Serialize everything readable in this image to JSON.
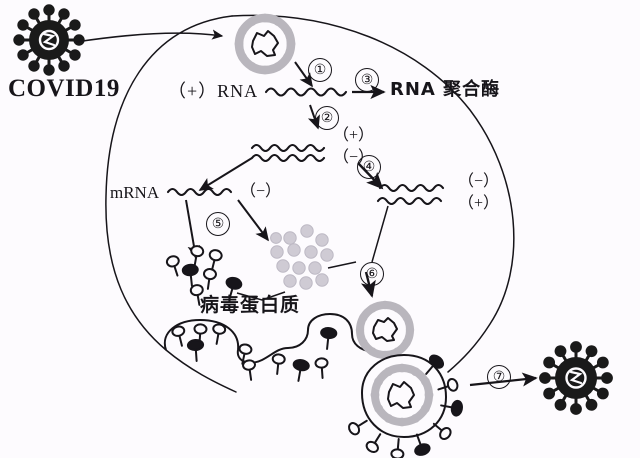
{
  "diagram": {
    "title": "COVID19 viral replication cycle",
    "background_color": "#fdfbfe",
    "ink_color": "#17151a",
    "capsid_color": "#b9b6bd",
    "protein_dot_color": "#cfcbd4"
  },
  "labels": {
    "covid19": "COVID19",
    "plus_rna": "（+）RNA",
    "rna_polymerase": "RNA 聚合酶",
    "mrna": "mRNA",
    "mrna_minus": "（−）",
    "ds_plus": "（+）",
    "ds_minus": "（−）",
    "strand2_minus": "（−）",
    "strand2_plus": "（+）",
    "viral_protein": "病毒蛋白质"
  },
  "steps": [
    {
      "id": 1,
      "label": "①",
      "meaning": "uncoating-release-genome"
    },
    {
      "id": 2,
      "label": "②",
      "meaning": "replication-double-strand"
    },
    {
      "id": 3,
      "label": "③",
      "meaning": "translate-rna-polymerase"
    },
    {
      "id": 4,
      "label": "④",
      "meaning": "synthesize-new-strands"
    },
    {
      "id": 5,
      "label": "⑤",
      "meaning": "translation-viral-proteins"
    },
    {
      "id": 6,
      "label": "⑥",
      "meaning": "assembly-new-virion"
    },
    {
      "id": 7,
      "label": "⑦",
      "meaning": "release-budding-virion"
    }
  ],
  "elements": {
    "free_virion": "free-coronavirus-particle",
    "entering_virion": "entering-virion-capsid",
    "assembled_virion": "assembled-virion-capsid",
    "budding_virion": "budding-virion-at-membrane",
    "released_virion": "released-coronavirus-particle",
    "host_cell": "host-cell-boundary",
    "protein_cluster": "viral-protein-dot-cluster",
    "spike_proteins": "spike-protein-group",
    "membrane_segment": "cell-membrane-budding-segment"
  }
}
